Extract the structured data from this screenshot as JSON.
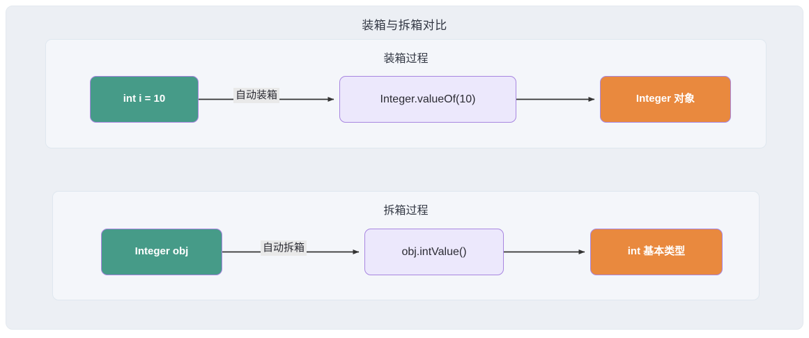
{
  "diagram": {
    "title": "装箱与拆箱对比",
    "type": "flowchart",
    "direction": "left-to-right",
    "colors": {
      "canvas_background": "#eceff4",
      "subgraph_background": "#f4f6fa",
      "subgraph_border": "#dfe7ef",
      "node_border": "#a886e0",
      "green_node": "#469b88",
      "lilac_node": "#ece8fc",
      "orange_node": "#e9893e",
      "edge_stroke": "#333333",
      "edge_label_background": "#e9e9e9",
      "title_text": "#333844"
    },
    "subgraphs": [
      {
        "id": "boxing",
        "title": "装箱过程",
        "nodes": [
          {
            "id": "int-i",
            "label": "int i = 10",
            "style": "green"
          },
          {
            "id": "integer-valueof",
            "label": "Integer.valueOf(10)",
            "style": "lilac"
          },
          {
            "id": "integer-object",
            "label": "Integer 对象",
            "style": "orange"
          }
        ],
        "edges": [
          {
            "from": "int-i",
            "to": "integer-valueof",
            "label": "自动装箱",
            "arrow": "filled-triangle"
          },
          {
            "from": "integer-valueof",
            "to": "integer-object",
            "label": "",
            "arrow": "filled-triangle"
          }
        ]
      },
      {
        "id": "unboxing",
        "title": "拆箱过程",
        "nodes": [
          {
            "id": "integer-obj",
            "label": "Integer obj",
            "style": "green"
          },
          {
            "id": "obj-intvalue",
            "label": "obj.intValue()",
            "style": "lilac"
          },
          {
            "id": "int-primitive",
            "label": "int 基本类型",
            "style": "orange"
          }
        ],
        "edges": [
          {
            "from": "integer-obj",
            "to": "obj-intvalue",
            "label": "自动拆箱",
            "arrow": "filled-triangle"
          },
          {
            "from": "obj-intvalue",
            "to": "int-primitive",
            "label": "",
            "arrow": "filled-triangle"
          }
        ]
      }
    ]
  }
}
